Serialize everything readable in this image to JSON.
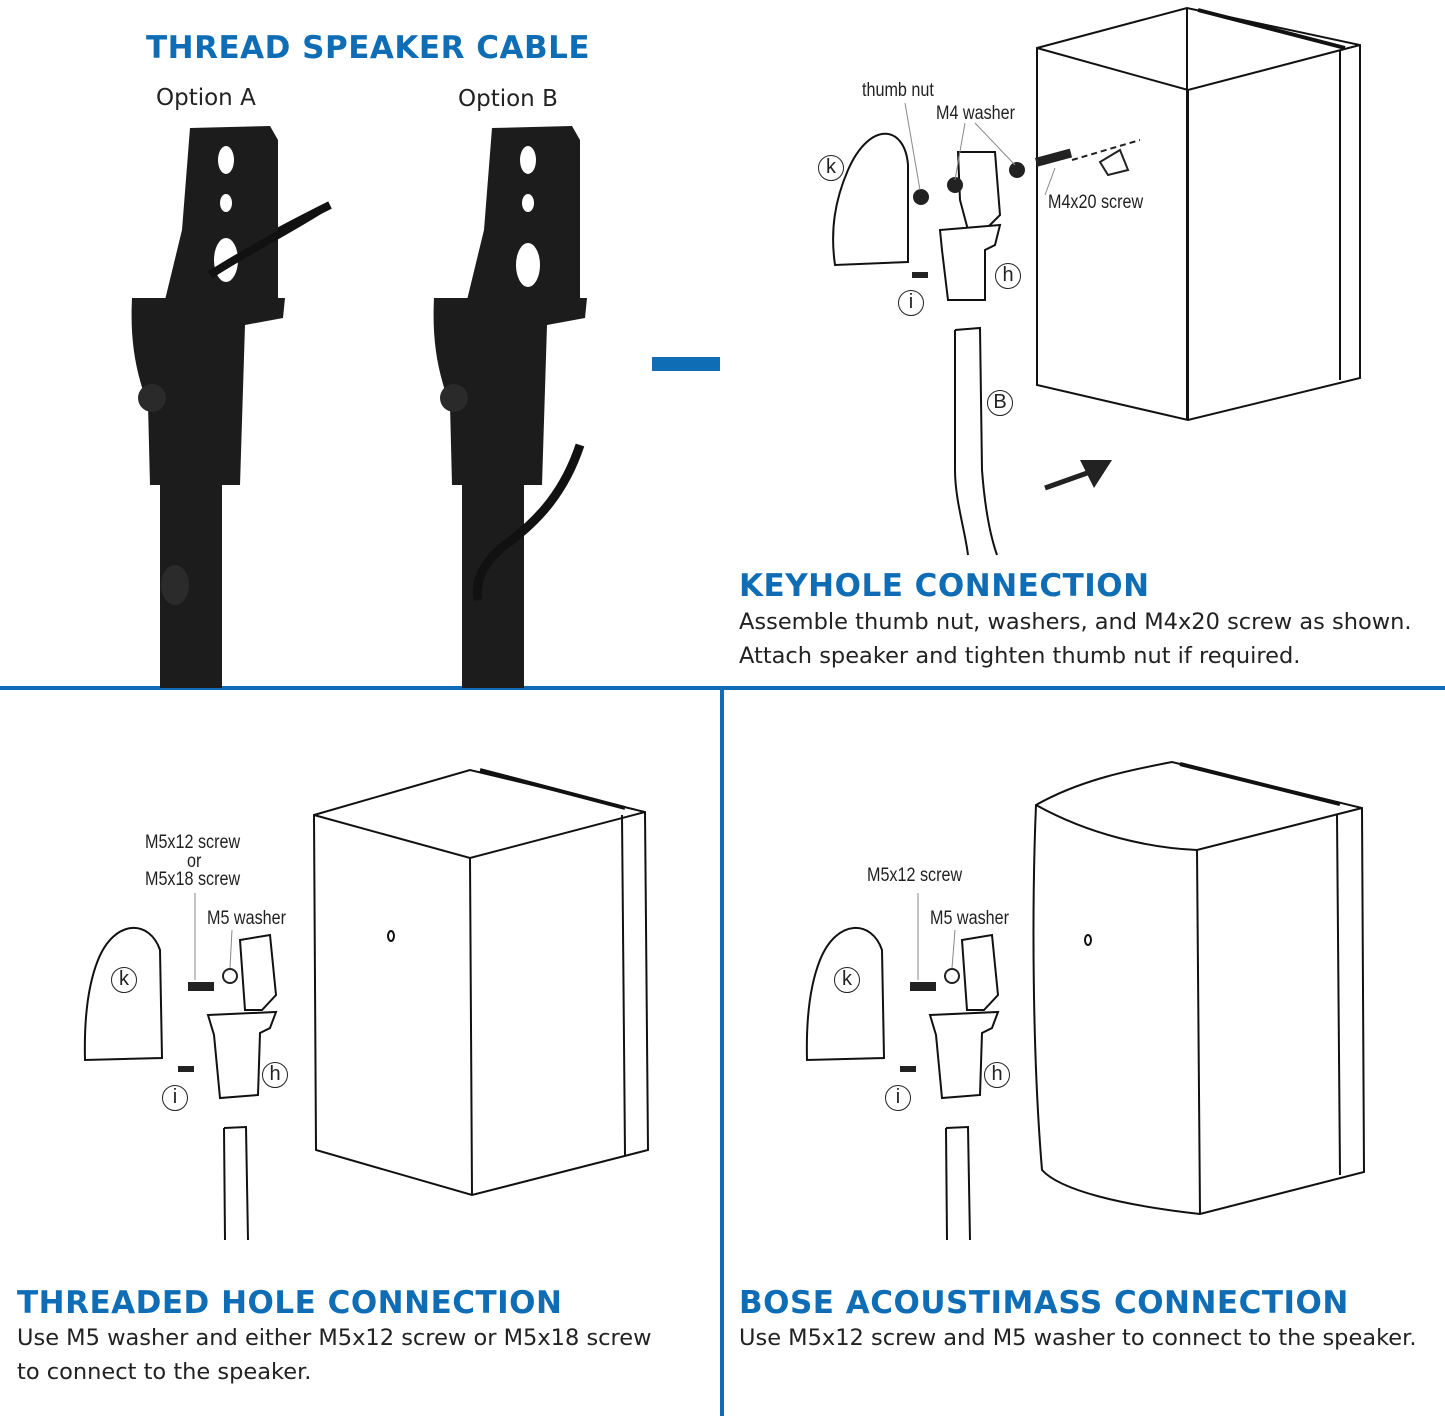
{
  "thread_section": {
    "title": "THREAD SPEAKER CABLE",
    "option_a": "Option A",
    "option_b": "Option B"
  },
  "keyhole_section": {
    "title": "KEYHOLE CONNECTION",
    "description_lines": [
      "Assemble thumb nut, washers, and M4x20 screw as shown.",
      "Attach speaker and tighten thumb nut if required."
    ],
    "labels": {
      "thumb_nut": "thumb nut",
      "m4_washer": "M4 washer",
      "m4x20_screw": "M4x20 screw",
      "k": "k",
      "h": "h",
      "i": "i",
      "b": "B"
    }
  },
  "threaded_section": {
    "title": "THREADED HOLE CONNECTION",
    "description_lines": [
      "Use M5 washer and either M5x12 screw or M5x18 screw",
      "to connect to the speaker."
    ],
    "labels": {
      "screw_line1": "M5x12 screw",
      "screw_or": "or",
      "screw_line2": "M5x18 screw",
      "m5_washer": "M5 washer",
      "k": "k",
      "h": "h",
      "i": "i"
    }
  },
  "bose_section": {
    "title": "BOSE ACOUSTIMASS CONNECTION",
    "description_lines": [
      "Use M5x12 screw and M5 washer to connect to the speaker."
    ],
    "labels": {
      "screw": "M5x12 screw",
      "m5_washer": "M5 washer",
      "k": "k",
      "h": "h",
      "i": "i"
    }
  },
  "colors": {
    "accent_blue": "#0f6db5",
    "stand_black": "#1a1a1a"
  },
  "icons": [
    "arrow-right-icon",
    "arrow-up-right-icon"
  ]
}
